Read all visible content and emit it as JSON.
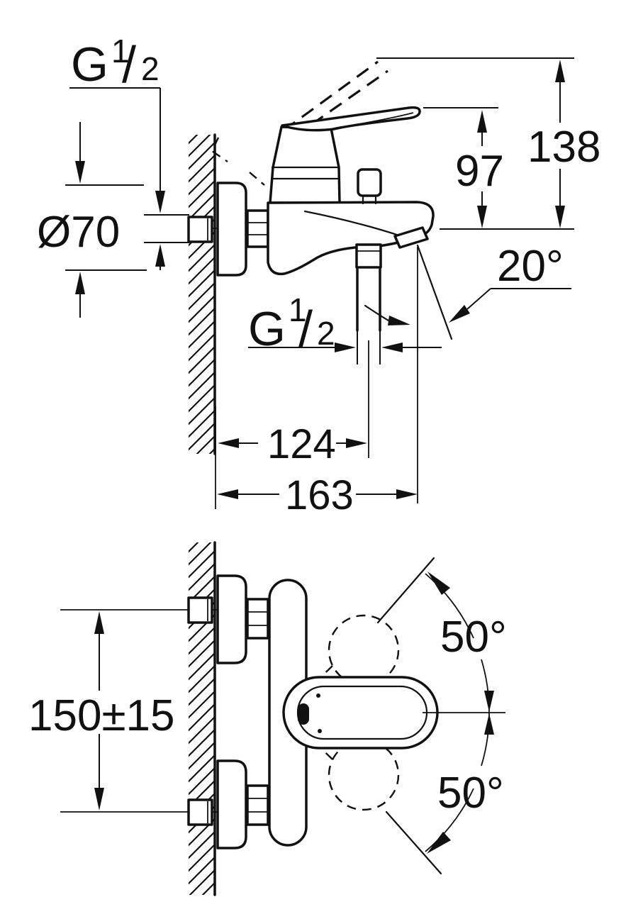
{
  "drawing": {
    "kind": "technical dimension drawing of wall-mounted single-lever bath mixer",
    "colors": {
      "line": "#111111",
      "background": "#ffffff"
    }
  },
  "side_view": {
    "inlet_thread": {
      "prefix": "G",
      "numerator": "1",
      "slash": "/",
      "denominator": "2"
    },
    "hose_outlet_thread": {
      "prefix": "G",
      "numerator": "1",
      "slash": "/",
      "denominator": "2"
    },
    "escutcheon_diameter": "Ø70",
    "lever_height": "97",
    "raised_lever_height": "138",
    "spout_angle": "20°",
    "wall_to_hose_outlet": "124",
    "wall_to_spout_tip": "163"
  },
  "plan_view": {
    "connection_spacing": "150±15",
    "lever_swing_upper": "50°",
    "lever_swing_lower": "50°"
  }
}
